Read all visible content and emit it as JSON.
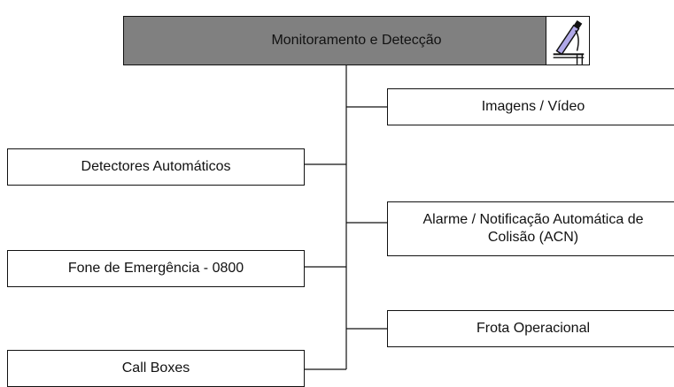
{
  "diagram": {
    "root": {
      "label": "Monitoramento e Detecção",
      "left_icon": "car-crash-icon",
      "right_icon": "monitoring-post-icon"
    },
    "right_nodes": [
      {
        "label": "Imagens / Vídeo"
      },
      {
        "label": "Alarme / Notificação Automática de Colisão (ACN)"
      },
      {
        "label": "Frota Operacional"
      }
    ],
    "left_nodes": [
      {
        "label": "Detectores Automáticos"
      },
      {
        "label": "Fone de Emergência - 0800"
      },
      {
        "label": "Call Boxes"
      }
    ],
    "colors": {
      "header_fill": "#808080",
      "line": "#111111",
      "box_fill": "#ffffff"
    }
  }
}
